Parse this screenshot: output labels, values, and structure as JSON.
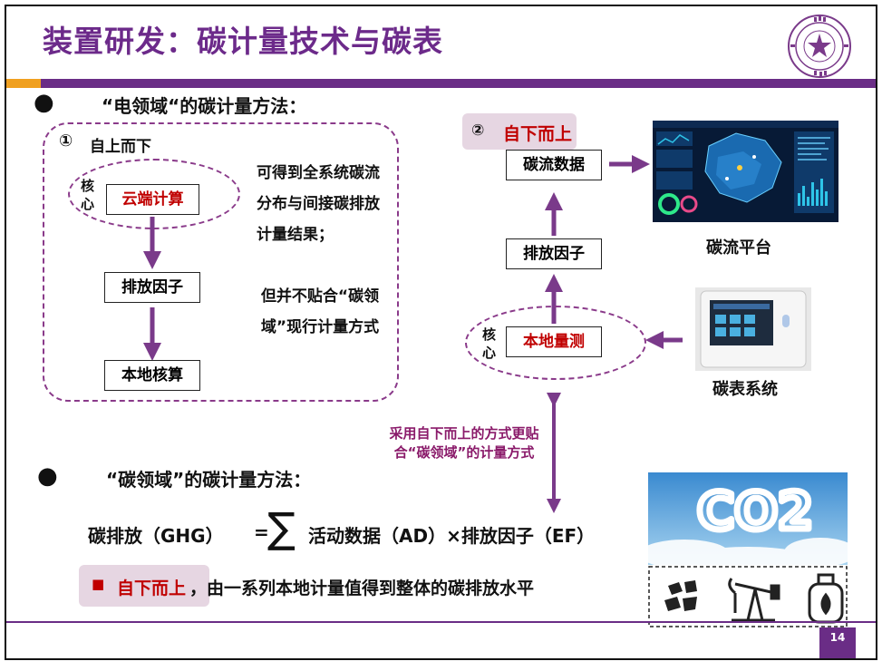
{
  "title": "装置研发：碳计量技术与碳表",
  "section1": {
    "bullet": "●",
    "heading": "“电领域“的碳计量方法：",
    "method1": {
      "number": "①",
      "label": "自上而下",
      "core": "核心",
      "box_cloud": "云端计算",
      "box_factor": "排放因子",
      "box_local": "本地核算",
      "desc1": "可得到全系统碳流分布与间接碳排放计量结果；",
      "desc2": "但并不贴合“碳领域”现行计量方式"
    },
    "method2": {
      "number": "②",
      "label": "自下而上",
      "box_flow": "碳流数据",
      "box_factor": "排放因子",
      "core": "核心",
      "box_local": "本地量测",
      "platform_label": "碳流平台",
      "meter_label": "碳表系统"
    },
    "arrow_note": "采用自下而上的方式更贴合“碳领域”的计量方式"
  },
  "section2": {
    "bullet": "●",
    "heading": "“碳领域”的碳计量方法：",
    "formula_left": "碳排放（GHG）",
    "formula_eq": "=",
    "formula_sum": "∑",
    "formula_right": "活动数据（AD）×排放因子（EF）",
    "note_marker": "■",
    "note_red": "自下而上",
    "note_rest": "，由一系列本地计量值得到整体的碳排放水平"
  },
  "image_co2_text": "CO2",
  "page_number": "14",
  "colors": {
    "purple": "#6a2d86",
    "accent_red": "#c00000",
    "arrow": "#7a3a8a",
    "note_bg": "#e6d6e2"
  }
}
